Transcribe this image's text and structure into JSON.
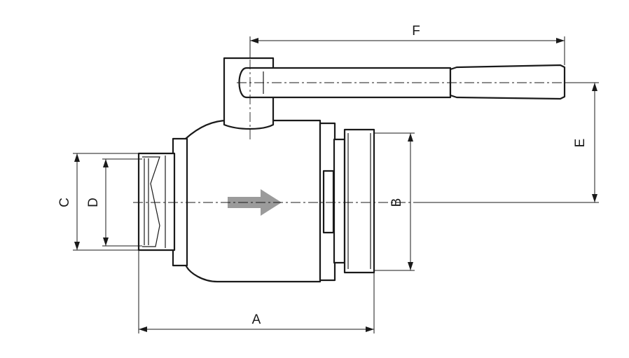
{
  "dimensions": {
    "A": "A",
    "B": "B",
    "C": "C",
    "D": "D",
    "E": "E",
    "F": "F"
  },
  "flow_arrow_color": "#9b9b9b",
  "line_color": "#1a1a1a"
}
